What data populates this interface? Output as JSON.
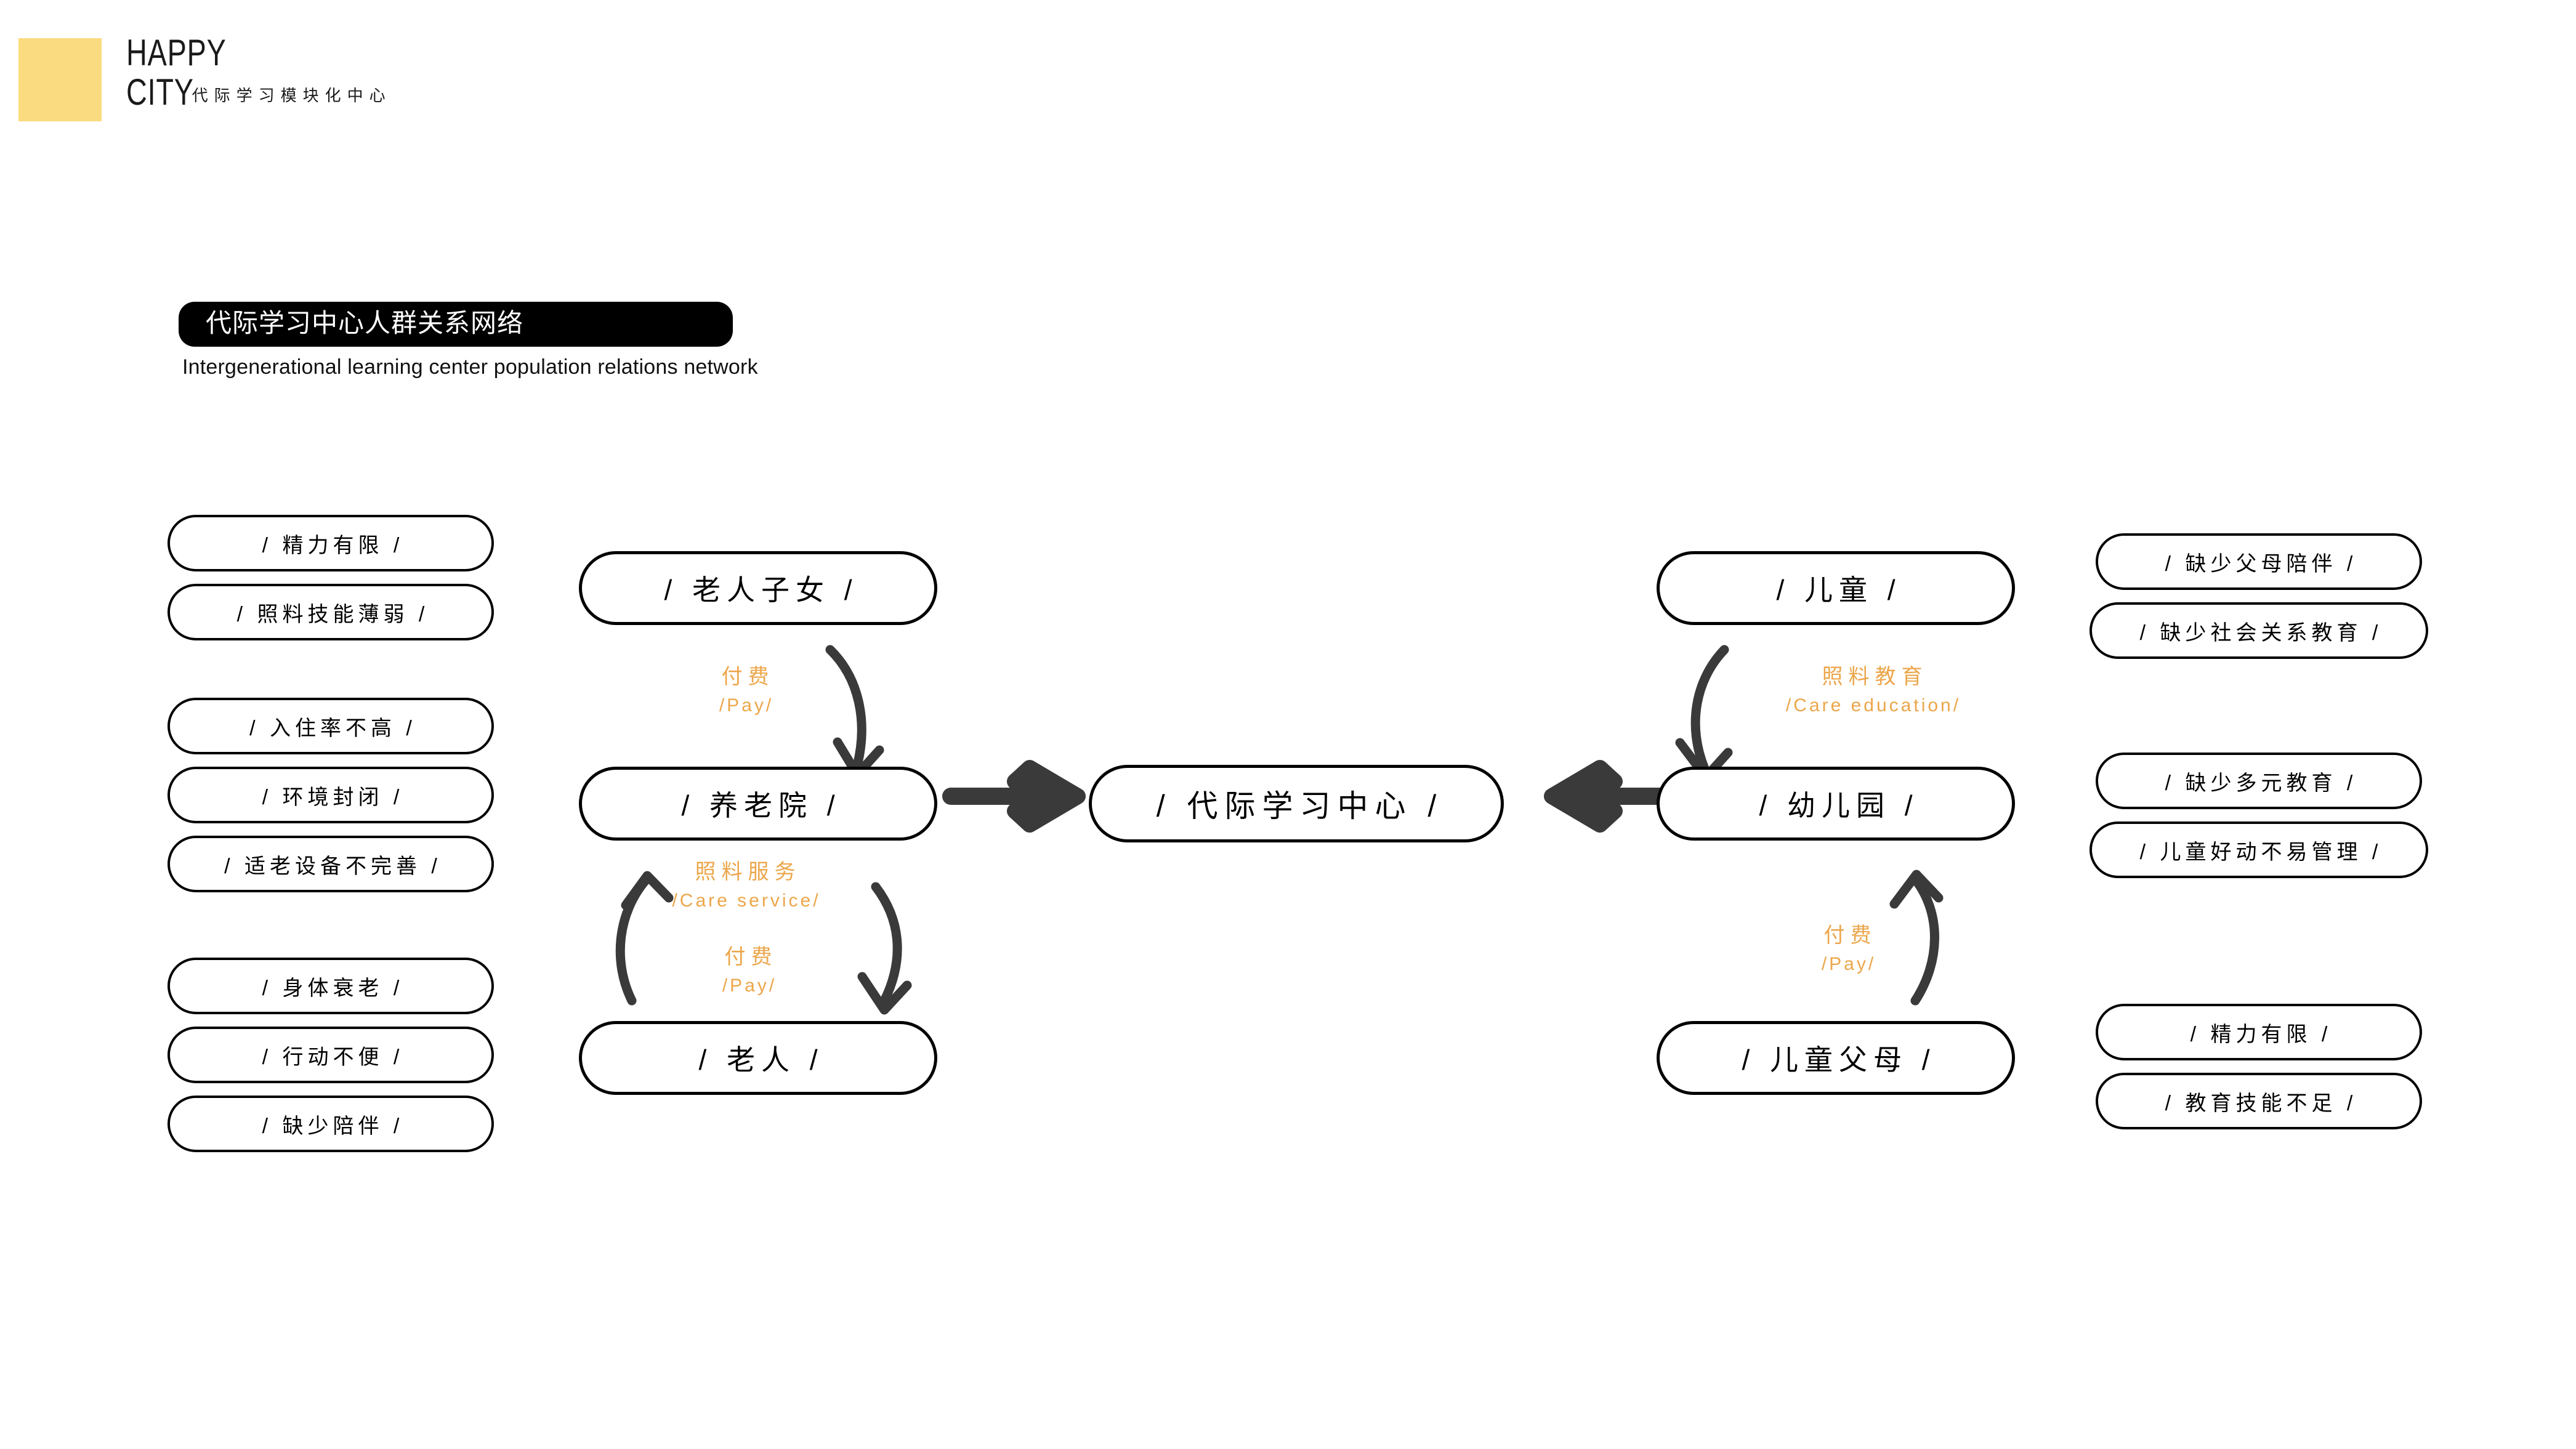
{
  "brand": {
    "line1": "HAPPY",
    "line2": "CITY",
    "subtitle_cn": "代际学习模块化中心",
    "swatch_color": "#fadb7f"
  },
  "title": {
    "cn": "代际学习中心人群关系网络",
    "en": "Intergenerational learning center population relations network"
  },
  "colors": {
    "accent_orange": "#eca64a",
    "ink_black": "#000000",
    "arrow_gray": "#3a3a3a",
    "brand_yellow": "#fadb7f"
  },
  "nodes": {
    "elder_children": "/ 老人子女 /",
    "nursing_home": "/ 养老院 /",
    "elders": "/ 老人 /",
    "center": "/ 代际学习中心 /",
    "children": "/ 儿童 /",
    "kindergarten": "/ 幼儿园 /",
    "child_parents": "/ 儿童父母 /"
  },
  "left_tags": {
    "group1": [
      "/ 精力有限 /",
      "/ 照料技能薄弱 /"
    ],
    "group2": [
      "/ 入住率不高 /",
      "/ 环境封闭 /",
      "/ 适老设备不完善 /"
    ],
    "group3": [
      "/ 身体衰老 /",
      "/ 行动不便 /",
      "/ 缺少陪伴 /"
    ]
  },
  "right_tags": {
    "group1": [
      "/ 缺少父母陪伴 /",
      "/ 缺少社会关系教育 /"
    ],
    "group2": [
      "/ 缺少多元教育 /",
      "/ 儿童好动不易管理 /"
    ],
    "group3": [
      "/ 精力有限 /",
      "/ 教育技能不足 /"
    ]
  },
  "edges": {
    "pay_elder_children": {
      "cn": "付费",
      "en": "/Pay/"
    },
    "care_service": {
      "cn": "照料服务",
      "en": "/Care service/"
    },
    "pay_elders": {
      "cn": "付费",
      "en": "/Pay/"
    },
    "care_education": {
      "cn": "照料教育",
      "en": "/Care education/"
    },
    "pay_child_parents": {
      "cn": "付费",
      "en": "/Pay/"
    }
  }
}
